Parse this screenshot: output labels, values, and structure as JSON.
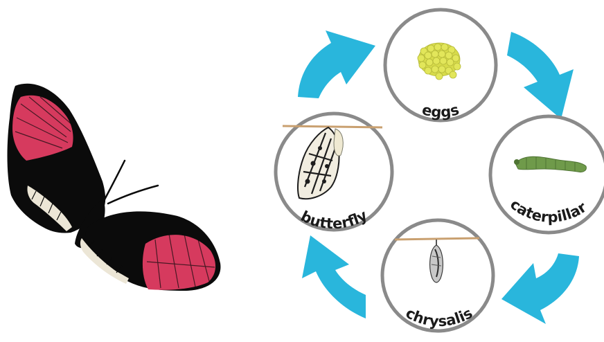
{
  "diagram": {
    "stages": [
      {
        "label": "eggs",
        "image": "egg-cluster"
      },
      {
        "label": "caterpillar",
        "image": "green-caterpillar"
      },
      {
        "label": "chrysalis",
        "image": "hanging-chrysalis"
      },
      {
        "label": "butterfly",
        "image": "emerging-butterfly"
      }
    ],
    "decoration": "butterfly-illustration",
    "colors": {
      "arrow": "#29b6dc",
      "ring": "#8a8a8a",
      "wing_red": "#d63a5e",
      "wing_black": "#0b0b0b",
      "band_cream": "#ece6d6",
      "egg": "#e2e65a",
      "caterpillar": "#6f9a4a"
    }
  }
}
